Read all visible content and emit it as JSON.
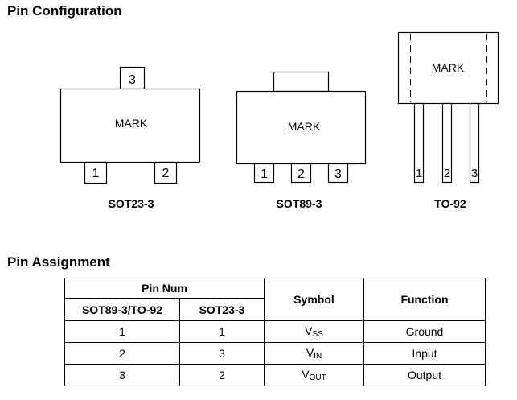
{
  "headings": {
    "pin_configuration": "Pin Configuration",
    "pin_assignment": "Pin Assignment"
  },
  "packages": {
    "sot23": {
      "name": "SOT23-3",
      "mark": "MARK",
      "pins": [
        "1",
        "2",
        "3"
      ]
    },
    "sot89": {
      "name": "SOT89-3",
      "mark": "MARK",
      "pins": [
        "1",
        "2",
        "3"
      ]
    },
    "to92": {
      "name": "TO-92",
      "mark": "MARK",
      "pins": [
        "1",
        "2",
        "3"
      ]
    }
  },
  "table": {
    "pin_num_header": "Pin Num",
    "col_sot89_to92": "SOT89-3/TO-92",
    "col_sot23": "SOT23-3",
    "col_symbol": "Symbol",
    "col_function": "Function",
    "rows": [
      {
        "a": "1",
        "b": "1",
        "sym_main": "V",
        "sym_sub": "SS",
        "func": "Ground"
      },
      {
        "a": "2",
        "b": "3",
        "sym_main": "V",
        "sym_sub": "IN",
        "func": "Input"
      },
      {
        "a": "3",
        "b": "2",
        "sym_main": "V",
        "sym_sub": "OUT",
        "func": "Output"
      }
    ]
  }
}
